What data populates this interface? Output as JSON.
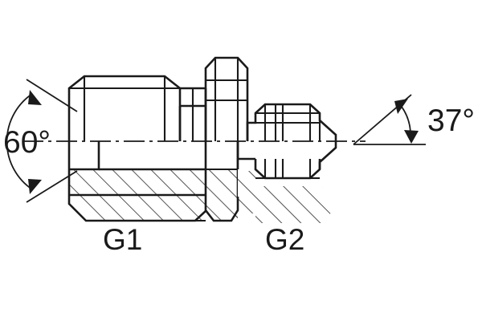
{
  "drawing": {
    "title": "Hydraulic adapter fitting cross-section",
    "background_color": "#ffffff",
    "line_color": "#1a1a1a",
    "annotations": {
      "left_angle": {
        "label": "60°",
        "value": 60,
        "unit": "degrees",
        "position": "left",
        "describes": "G1 port seat cone angle"
      },
      "right_angle": {
        "label": "37°",
        "value": 37,
        "unit": "degrees",
        "position": "right",
        "describes": "G2 JIC flare cone angle"
      }
    },
    "labels": {
      "port_one": "G1",
      "port_two": "G2"
    },
    "icons": {
      "centerline": "dash-dot-centerline",
      "section_hatch": "section-hatching-45deg",
      "arrow_up_left": "arrowhead-icon",
      "arrow_down_left": "arrowhead-icon",
      "arrow_up_right": "arrowhead-icon",
      "arrow_down_right": "arrowhead-icon"
    }
  }
}
